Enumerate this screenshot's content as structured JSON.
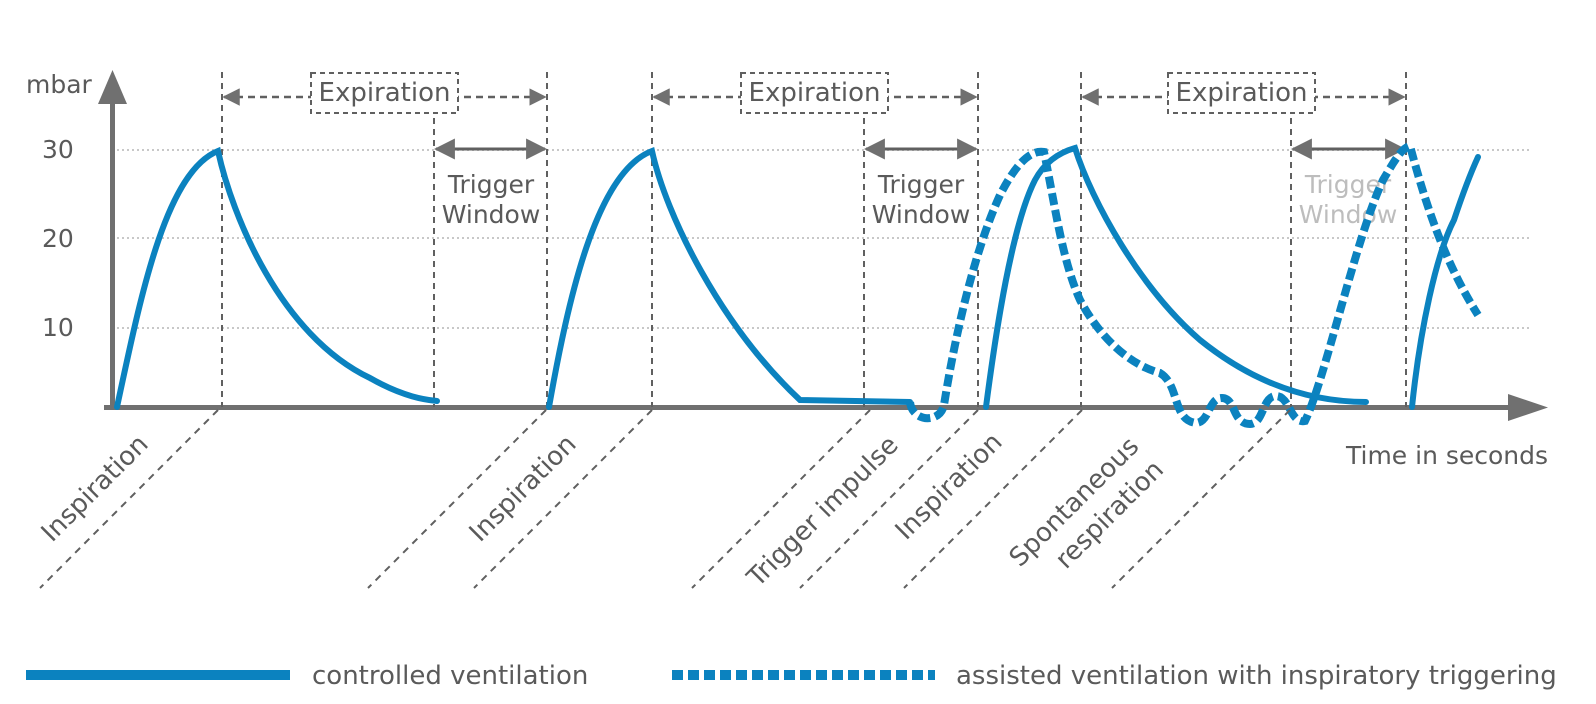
{
  "colors": {
    "curve": "#0b82bf",
    "text": "#5a5a5a",
    "text_faded": "#bdbdbd",
    "grid": "#c8c8c8",
    "axis": "#707070"
  },
  "axis": {
    "y_unit": "mbar",
    "x_label": "Time in seconds",
    "y_ticks": [
      "30",
      "20",
      "10"
    ]
  },
  "expiration_label": "Expiration",
  "trigger_window": {
    "line1": "Trigger",
    "line2": "Window"
  },
  "events": {
    "inspiration": "Inspiration",
    "trigger_impulse": "Trigger impulse",
    "spontaneous_line1": "Spontaneous",
    "spontaneous_line2": "respiration"
  },
  "legend": {
    "controlled": "controlled ventilation",
    "assisted": "assisted ventilation with inspiratory triggering"
  }
}
